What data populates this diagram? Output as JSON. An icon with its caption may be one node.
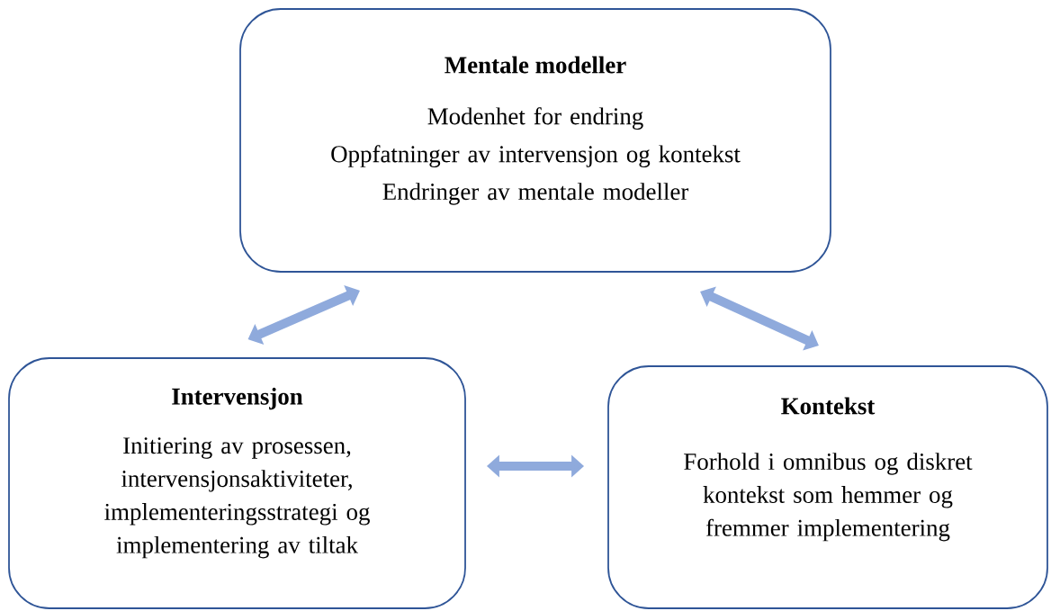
{
  "diagram": {
    "nodes": [
      {
        "text": [
          "Mentale modeller",
          "Modenhet for endring",
          "Oppfatninger av intervensjon og kontekst",
          "Endringer av mentale modeller"
        ]
      },
      {
        "text": [
          "Intervensjon",
          "Initiering av prosessen, intervensjonsaktiviteter, implementeringsstrategi og implementering av tiltak"
        ]
      },
      {
        "text": [
          "Kontekst",
          "Forhold i omnibus og diskret kontekst som hemmer og fremmer implementering"
        ]
      }
    ],
    "edges": [
      {
        "from": 1,
        "to": 0,
        "arrow": "both"
      },
      {
        "from": 0,
        "to": 2,
        "arrow": "both"
      },
      {
        "from": 1,
        "to": 2,
        "arrow": "both"
      }
    ]
  }
}
